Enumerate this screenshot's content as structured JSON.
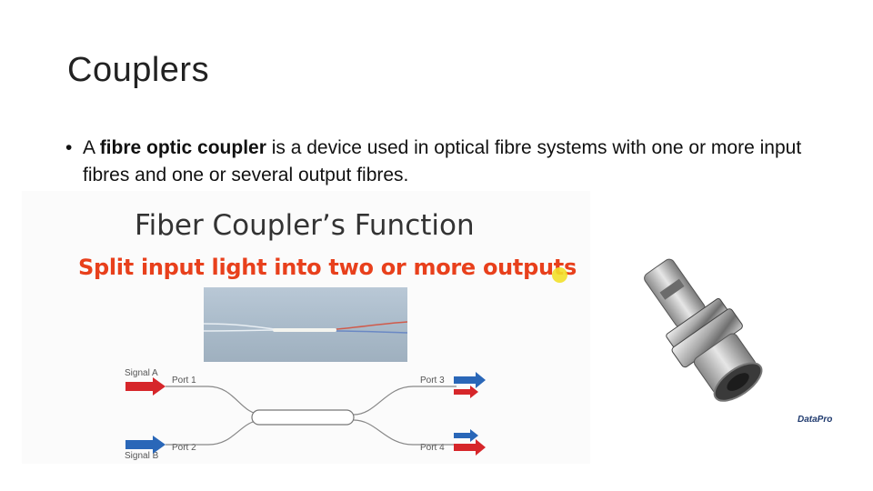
{
  "slide": {
    "title": "Couplers",
    "bullet": {
      "marker": "•",
      "prefix": "A ",
      "bold": "fibre optic coupler",
      "suffix": " is a device used in optical fibre systems with one or more input fibres and one or several output fibres."
    }
  },
  "figure": {
    "title": "Fiber Coupler’s Function",
    "subtitle": "Split input light into two or more outputs",
    "labels": {
      "signal_a": "Signal A",
      "signal_b": "Signal B",
      "port1": "Port 1",
      "port2": "Port 2",
      "port3": "Port 3",
      "port4": "Port 4"
    },
    "colors": {
      "red_arrow": "#d6262a",
      "blue_arrow": "#2a67b8",
      "subtitle": "#e8401c"
    }
  },
  "connector_image": {
    "brand": "DataPro"
  }
}
